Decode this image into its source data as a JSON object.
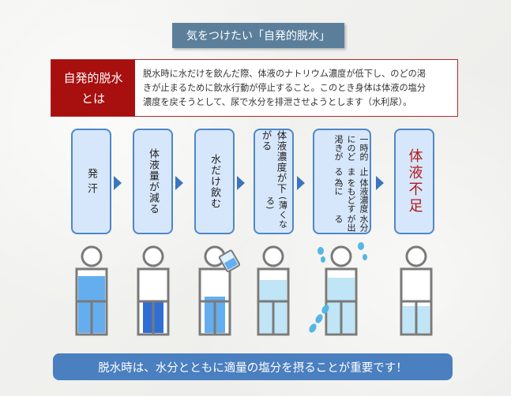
{
  "banner": {
    "title": "気をつけたい「自発的脱水」"
  },
  "definition": {
    "label_line1": "自発的脱水",
    "label_line2": "とは",
    "text_line1": "脱水時に水だけを飲んだ際、体液のナトリウム濃度が低下し、のどの渇",
    "text_line2": "きが止まるために飲水行動が停止すること。このとき身体は体液の塩分",
    "text_line3": "濃度を戻そうとして、尿で水分を排泄させようとします（水利尿）。"
  },
  "steps": [
    {
      "text": "発 汗"
    },
    {
      "text": "体液量が減る"
    },
    {
      "text": "水だけ飲む"
    },
    {
      "main": "体液濃度が下がる",
      "sub": "(薄くなる)"
    },
    {
      "col1": "一時的にのど渇きが",
      "col2": "止まる",
      "col3": "体液濃度をもどす為に",
      "col4": "水分が出る"
    },
    {
      "text": "体液不足"
    }
  ],
  "bottom": {
    "text": "脱水時は、水分とともに適量の塩分を摂ることが重要です！"
  },
  "colors": {
    "accent_red": "#a80f0f",
    "step_border": "#4f87c9",
    "step_fill": "#d7e7fb",
    "water_normal": "#64aef0",
    "water_low": "#2f6fd3",
    "water_pale": "#bfe5f7"
  },
  "figures": [
    {
      "state": "normal-level"
    },
    {
      "state": "reduced-level"
    },
    {
      "state": "drinking-water"
    },
    {
      "state": "diluted"
    },
    {
      "state": "thirst-stopped-urinating"
    },
    {
      "state": "fluid-shortage"
    }
  ]
}
